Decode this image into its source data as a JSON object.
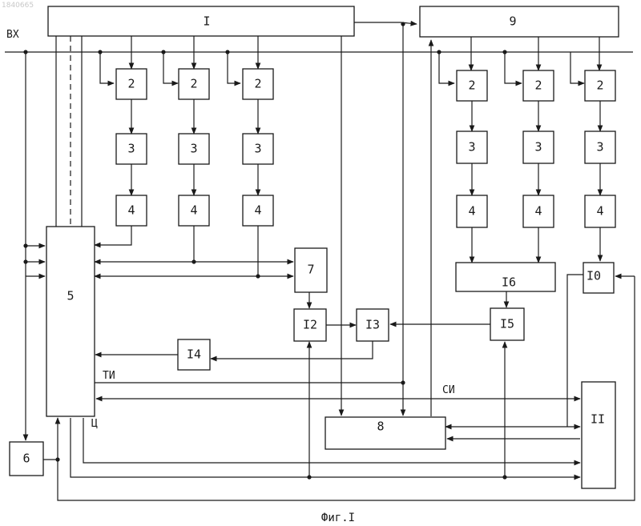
{
  "watermark": "1840665",
  "caption": "Фиг.I",
  "signals": {
    "input": "ВХ",
    "ti": "ТИ",
    "si": "СИ",
    "ts": "Ц"
  },
  "blocks": {
    "b1": "I",
    "b2": "2",
    "b3": "3",
    "b4": "4",
    "b5": "5",
    "b6": "6",
    "b7": "7",
    "b8": "8",
    "b9": "9",
    "b10": "I0",
    "b11": "II",
    "b12": "I2",
    "b13": "I3",
    "b14": "I4",
    "b15": "I5",
    "b16": "I6"
  }
}
